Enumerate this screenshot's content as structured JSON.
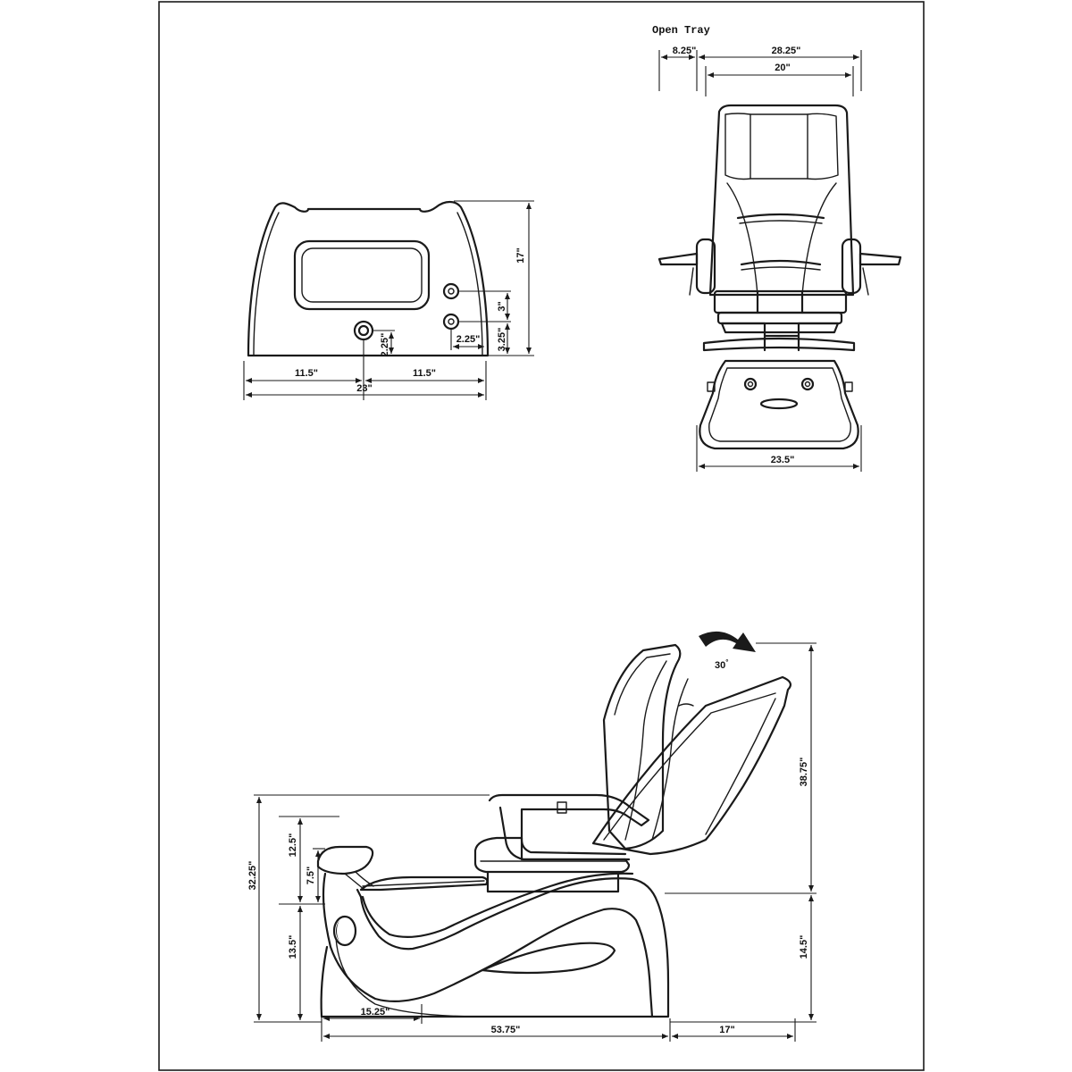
{
  "open_tray": {
    "title": "Open Tray"
  },
  "dimensions": {
    "front_top_left_width": "8.25\"",
    "front_top_total_width": "28.25\"",
    "front_seat_width": "20\"",
    "front_base_width": "23.5\"",
    "basin_height": "17\"",
    "basin_jet_spacing": "3\"",
    "basin_jet_bottom": "3.25\"",
    "basin_jet_offset": "2.25\"",
    "basin_drain_height": "2.25\"",
    "basin_half_left": "11.5\"",
    "basin_half_right": "11.5\"",
    "basin_width": "23\"",
    "recline_angle": "30",
    "recline_degree": "°",
    "side_back_height": "38.75\"",
    "side_total_height": "32.25\"",
    "side_footrest_upper": "12.5\"",
    "side_footrest_rest": "7.5\"",
    "side_basin_height": "13.5\"",
    "side_seat_height": "14.5\"",
    "side_foot_length": "15.25\"",
    "side_total_length": "53.75\"",
    "side_recline_extra": "17\""
  },
  "colors": {
    "line": "#1a1a1a",
    "background": "#ffffff"
  }
}
